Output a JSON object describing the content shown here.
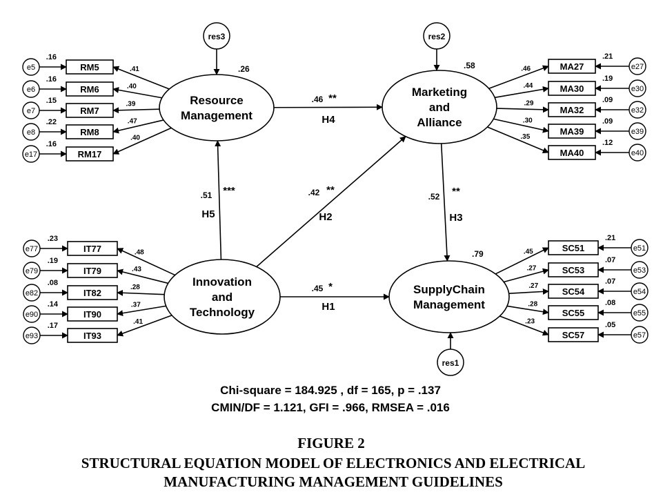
{
  "constructs": {
    "rm": {
      "lines": [
        "Resource",
        "Management"
      ],
      "r2": ".26",
      "residual": "res3"
    },
    "ma": {
      "lines": [
        "Marketing",
        "and",
        "Alliance"
      ],
      "r2": ".58",
      "residual": "res2"
    },
    "it": {
      "lines": [
        "Innovation",
        "and",
        "Technology"
      ]
    },
    "sc": {
      "lines": [
        "SupplyChain",
        "Management"
      ],
      "r2": ".79",
      "residual": "res1"
    }
  },
  "indicators": {
    "rm": [
      {
        "name": "RM5",
        "error": "e5",
        "r2": ".16",
        "loading": ".41"
      },
      {
        "name": "RM6",
        "error": "e6",
        "r2": ".16",
        "loading": ".40"
      },
      {
        "name": "RM7",
        "error": "e7",
        "r2": ".15",
        "loading": ".39"
      },
      {
        "name": "RM8",
        "error": "e8",
        "r2": ".22",
        "loading": ".47"
      },
      {
        "name": "RM17",
        "error": "e17",
        "r2": ".16",
        "loading": ".40"
      }
    ],
    "ma": [
      {
        "name": "MA27",
        "error": "e27",
        "r2": ".21",
        "loading": ".46"
      },
      {
        "name": "MA30",
        "error": "e30",
        "r2": ".19",
        "loading": ".44"
      },
      {
        "name": "MA32",
        "error": "e32",
        "r2": ".09",
        "loading": ".29"
      },
      {
        "name": "MA39",
        "error": "e39",
        "r2": ".09",
        "loading": ".30"
      },
      {
        "name": "MA40",
        "error": "e40",
        "r2": ".12",
        "loading": ".35"
      }
    ],
    "it": [
      {
        "name": "IT77",
        "error": "e77",
        "r2": ".23",
        "loading": ".48"
      },
      {
        "name": "IT79",
        "error": "e79",
        "r2": ".19",
        "loading": ".43"
      },
      {
        "name": "IT82",
        "error": "e82",
        "r2": ".08",
        "loading": ".28"
      },
      {
        "name": "IT90",
        "error": "e90",
        "r2": ".14",
        "loading": ".37"
      },
      {
        "name": "IT93",
        "error": "e93",
        "r2": ".17",
        "loading": ".41"
      }
    ],
    "sc": [
      {
        "name": "SC51",
        "error": "e51",
        "r2": ".21",
        "loading": ".45"
      },
      {
        "name": "SC53",
        "error": "e53",
        "r2": ".07",
        "loading": ".27"
      },
      {
        "name": "SC54",
        "error": "e54",
        "r2": ".07",
        "loading": ".27"
      },
      {
        "name": "SC55",
        "error": "e55",
        "r2": ".08",
        "loading": ".28"
      },
      {
        "name": "SC57",
        "error": "e57",
        "r2": ".05",
        "loading": ".23"
      }
    ]
  },
  "paths": {
    "h4": {
      "coef": ".46",
      "sig": "**",
      "label": "H4"
    },
    "h5": {
      "coef": ".51",
      "sig": "***",
      "label": "H5"
    },
    "h2": {
      "coef": ".42",
      "sig": "**",
      "label": "H2"
    },
    "h3": {
      "coef": ".52",
      "sig": "**",
      "label": "H3"
    },
    "h1": {
      "coef": ".45",
      "sig": "*",
      "label": "H1"
    }
  },
  "fit": {
    "line1": "Chi-square = 184.925 , df = 165, p = .137",
    "line2": "CMIN/DF = 1.121, GFI = .966, RMSEA = .016"
  },
  "caption": {
    "figure": "FIGURE 2",
    "title1": "STRUCTURAL EQUATION MODEL OF ELECTRONICS AND ELECTRICAL",
    "title2": "MANUFACTURING MANAGEMENT GUIDELINES"
  }
}
